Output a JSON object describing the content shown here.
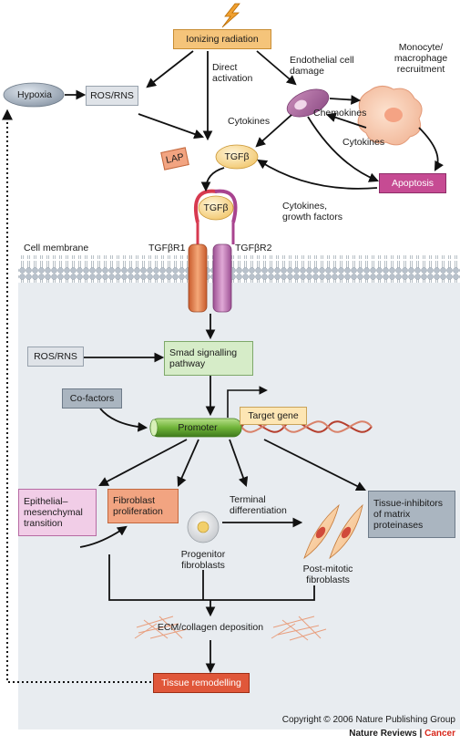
{
  "nodes": {
    "ionizing_radiation": "Ionizing radiation",
    "direct_activation": [
      "Direct",
      "activation"
    ],
    "endothelial_damage": [
      "Endothelial cell",
      "damage"
    ],
    "monocyte_recruitment": [
      "Monocyte/",
      "macrophage",
      "recruitment"
    ],
    "hypoxia": "Hypoxia",
    "ros_rns_top": "ROS/RNS",
    "chemokines": "Chemokines",
    "cytokines_left": "Cytokines",
    "cytokines_right": "Cytokines",
    "lap": "LAP",
    "tgfb_free": "TGFβ",
    "apoptosis": "Apoptosis",
    "tgfb_bound": "TGFβ",
    "cytokines_growth": [
      "Cytokines,",
      "growth factors"
    ],
    "cell_membrane": "Cell membrane",
    "receptor1": "TGFβR1",
    "receptor2": "TGFβR2",
    "ros_rns_mid": "ROS/RNS",
    "smad": [
      "Smad signalling",
      "pathway"
    ],
    "cofactors": "Co-factors",
    "promoter": "Promoter",
    "target_gene": "Target gene",
    "emt": [
      "Epithelial–",
      "mesenchymal",
      "transition"
    ],
    "fibroblast_prolif": [
      "Fibroblast",
      "proliferation"
    ],
    "terminal_diff": [
      "Terminal",
      "differentiation"
    ],
    "timp": [
      "Tissue-inhibitors",
      "of matrix",
      "proteinases"
    ],
    "progenitor": [
      "Progenitor",
      "fibroblasts"
    ],
    "postmitotic": [
      "Post-mitotic",
      "fibroblasts"
    ],
    "ecm": "ECM/collagen deposition",
    "tissue_remodelling": "Tissue remodelling"
  },
  "footer": {
    "copyright": "Copyright © 2006 Nature Publishing Group",
    "journal": "Nature Reviews",
    "separator": " | ",
    "section": "Cancer"
  },
  "colors": {
    "box_orange": "#f5c47a",
    "box_gray": "#dfe3e8",
    "box_green": "#d6ecc8",
    "box_pink": "#c64b93",
    "box_salmon": "#f2a481",
    "box_darkgray": "#aab5c0",
    "cytoplasm": "#e8ecf0"
  }
}
